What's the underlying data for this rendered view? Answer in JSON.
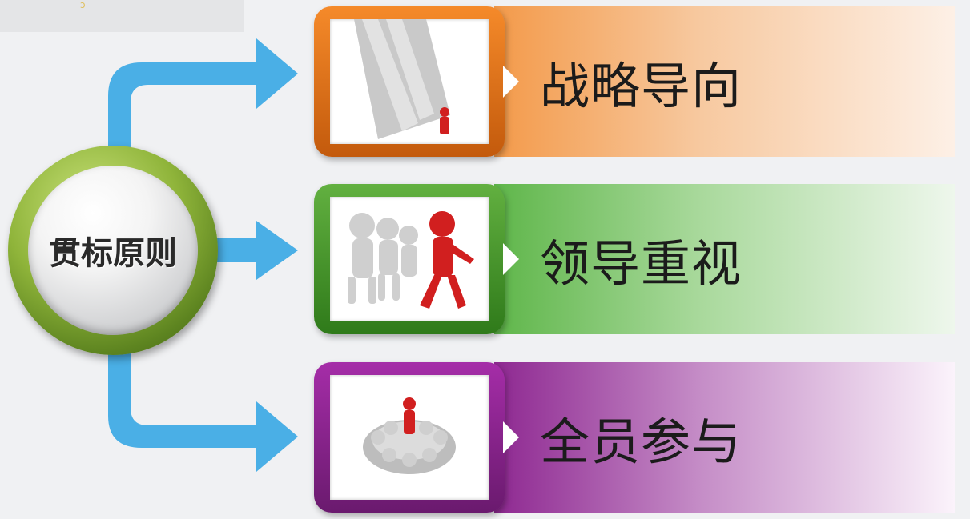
{
  "hub": {
    "label": "贯标原则",
    "accent": "#7ea43a"
  },
  "connector_color": "#4aafe6",
  "items": [
    {
      "title": "战略导向",
      "color": "#f08a2e",
      "icon": "crowd-leader-icon"
    },
    {
      "title": "领导重视",
      "color": "#54a83c",
      "icon": "running-leader-icon"
    },
    {
      "title": "全员参与",
      "color": "#8e2891",
      "icon": "circle-gathering-icon"
    }
  ]
}
